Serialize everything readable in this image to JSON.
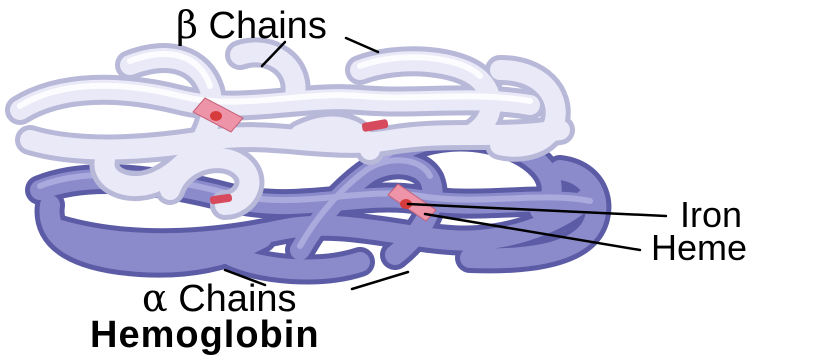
{
  "labels": {
    "beta_symbol": "β",
    "beta_text": "Chains",
    "alpha_symbol": "α",
    "alpha_text": "Chains",
    "iron": "Iron",
    "heme": "Heme",
    "title": "Hemoglobin"
  },
  "colors": {
    "beta_chain": "#e6e6f7",
    "alpha_chain": "#8282c4",
    "heme_group": "#ec8fa4",
    "iron_atom": "#d63c3c",
    "leader_line": "#000000"
  }
}
